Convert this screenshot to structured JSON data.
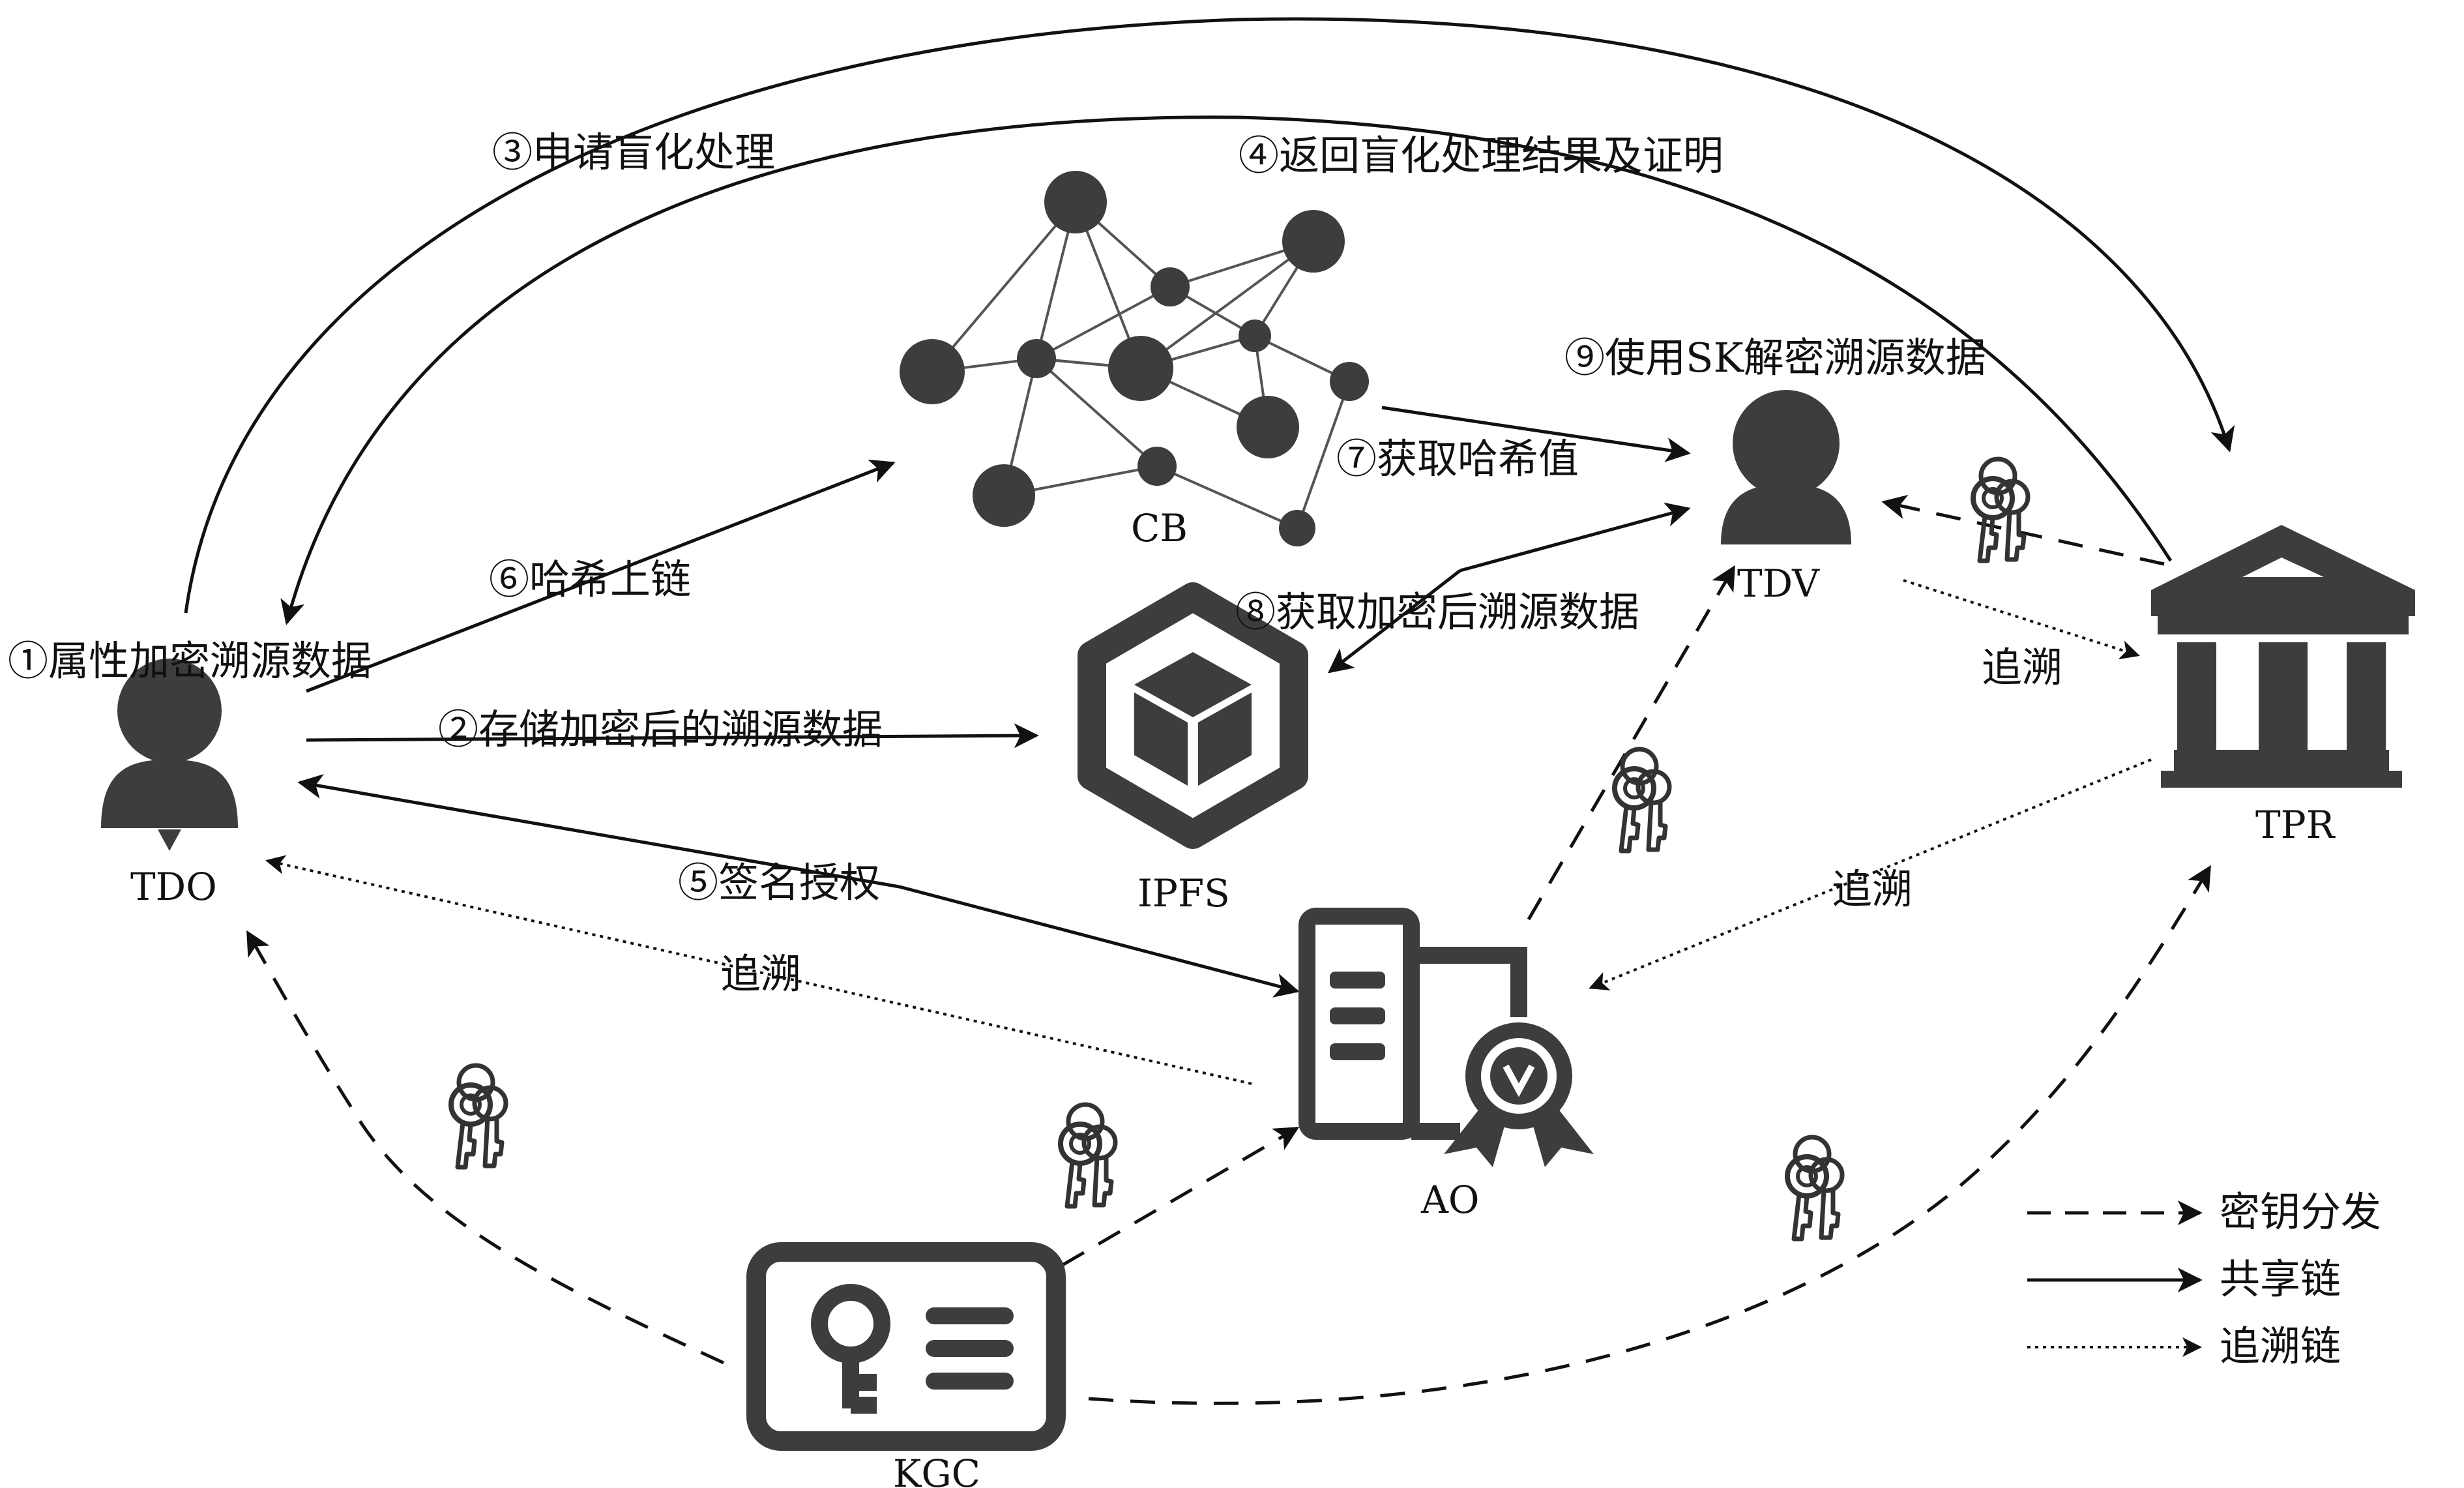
{
  "nodes": {
    "tdo": "TDO",
    "tdv": "TDV",
    "tpr": "TPR",
    "cb": "CB",
    "ipfs": "IPFS",
    "ao": "AO",
    "kgc": "KGC"
  },
  "steps": {
    "s1": "①属性加密溯源数据",
    "s2": "②存储加密后的溯源数据",
    "s3": "③申请盲化处理",
    "s4": "④返回盲化处理结果及证明",
    "s5": "⑤签名授权",
    "s6": "⑥哈希上链",
    "s7": "⑦获取哈希值",
    "s8": "⑧获取加密后溯源数据",
    "s9": "⑨使用SK解密溯源数据"
  },
  "trace_labels": {
    "tdv_tpr": "追溯",
    "tpr_ao": "追溯",
    "ao_tdo": "追溯"
  },
  "legend": {
    "key_distribution": "密钥分发",
    "share_chain": "共享链",
    "trace_chain": "追溯链"
  },
  "colors": {
    "icon": "#3d3d3d",
    "line": "#111111",
    "background": "#ffffff"
  }
}
